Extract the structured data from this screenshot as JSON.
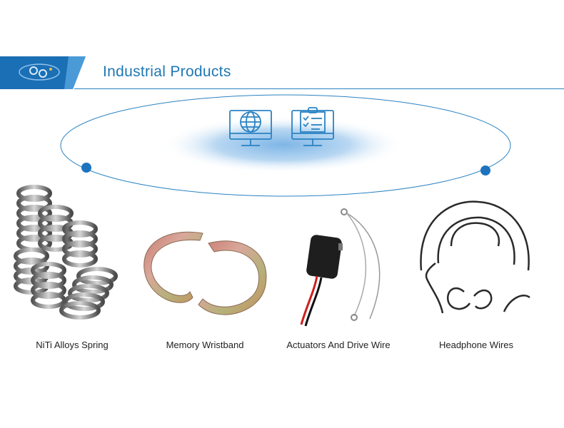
{
  "header": {
    "title": "Industrial Products",
    "logo_icon": "company-logo-icon"
  },
  "center_icons": [
    "globe-monitor-icon",
    "checklist-monitor-icon"
  ],
  "products": [
    {
      "label": "NiTi Alloys Spring",
      "icon": "spring-icon"
    },
    {
      "label": "Memory Wristband",
      "icon": "wristband-icon"
    },
    {
      "label": "Actuators And Drive Wire",
      "icon": "actuator-wire-icon"
    },
    {
      "label": "Headphone Wires",
      "icon": "headphone-wire-icon"
    }
  ],
  "colors": {
    "accent": "#1f78b4",
    "logo_bg": "#1b6fb5",
    "dot": "#1e73be"
  }
}
